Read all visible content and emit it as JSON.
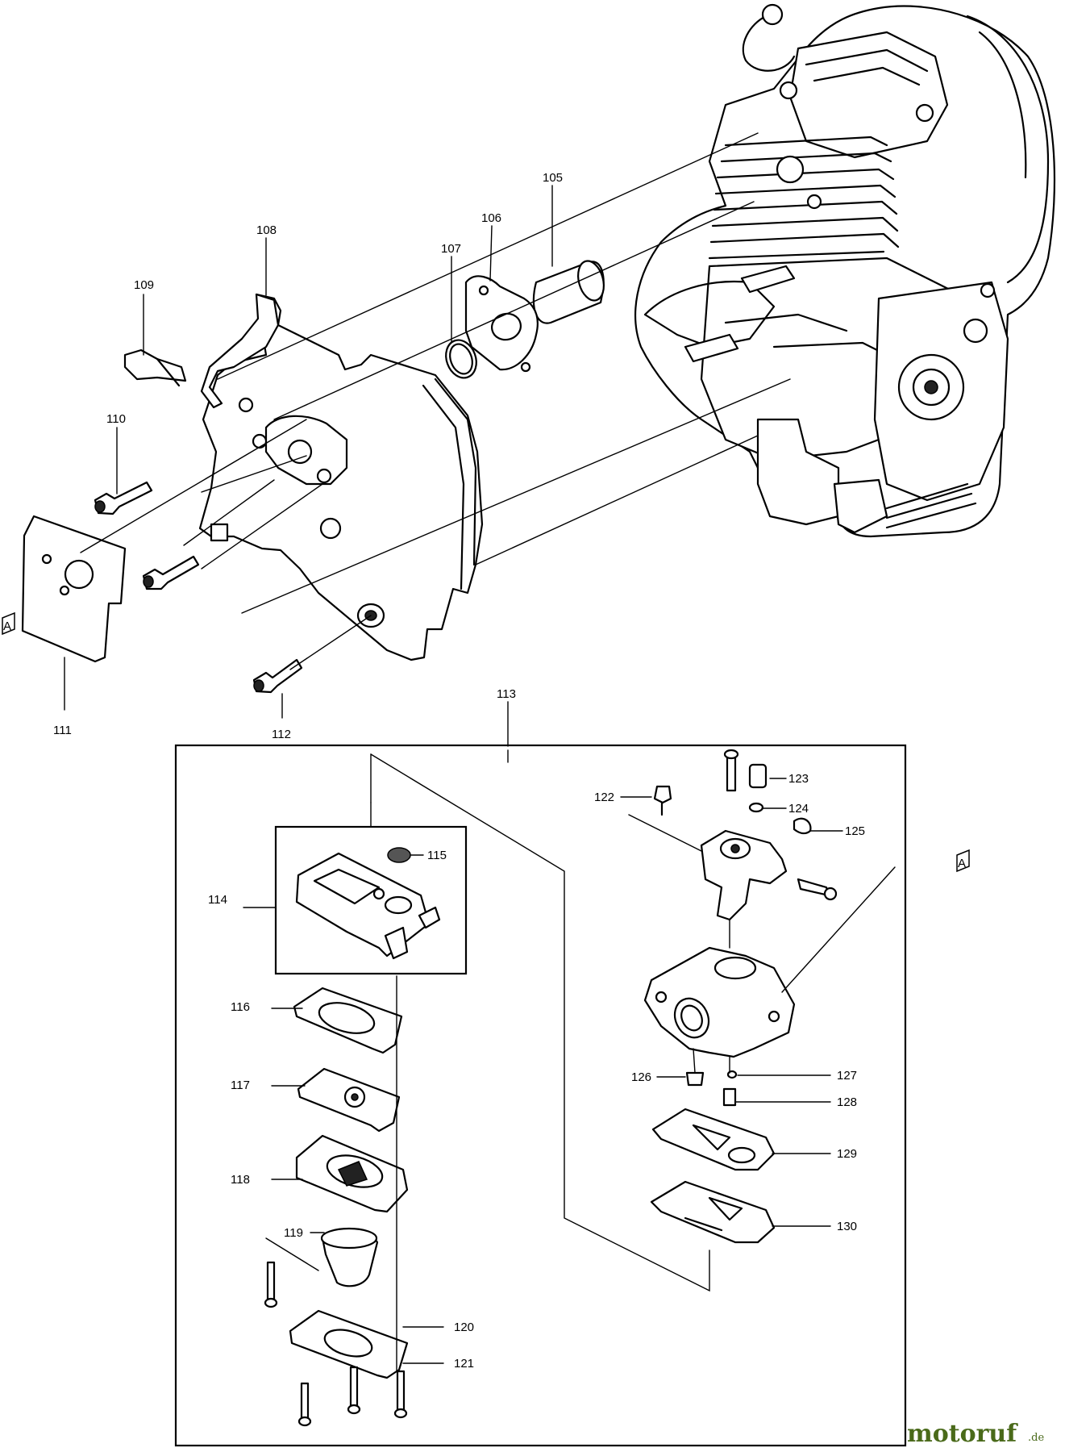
{
  "labels": {
    "p105": "105",
    "p106": "106",
    "p107": "107",
    "p108": "108",
    "p109": "109",
    "p110": "110",
    "p111": "111",
    "p112": "112",
    "p113": "113",
    "p114": "114",
    "p115": "115",
    "p116": "116",
    "p117": "117",
    "p118": "118",
    "p119": "119",
    "p120": "120",
    "p121": "121",
    "p122": "122",
    "p123": "123",
    "p124": "124",
    "p125": "125",
    "p126": "126",
    "p127": "127",
    "p128": "128",
    "p129": "129",
    "p130": "130"
  },
  "markers": {
    "a_left": "A",
    "a_right": "A"
  },
  "watermark": {
    "brand": "motoruf",
    "suffix": ".de",
    "brand_color": "#4a6a1a",
    "accent_color": "#c8a000"
  }
}
